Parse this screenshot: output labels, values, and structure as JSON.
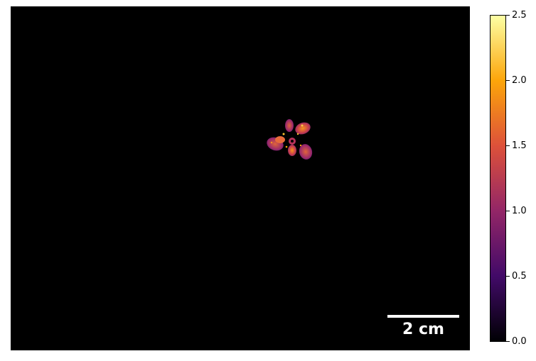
{
  "scale_bar": {
    "label": "2 cm"
  },
  "colorbar": {
    "colormap": "inferno",
    "min": 0.0,
    "max": 2.5,
    "ticks": [
      "0.0",
      "0.5",
      "1.0",
      "1.5",
      "2.0",
      "2.5"
    ],
    "colors": [
      "#000004",
      "#420a68",
      "#932667",
      "#dd513a",
      "#fca50a",
      "#fcffa4"
    ]
  }
}
